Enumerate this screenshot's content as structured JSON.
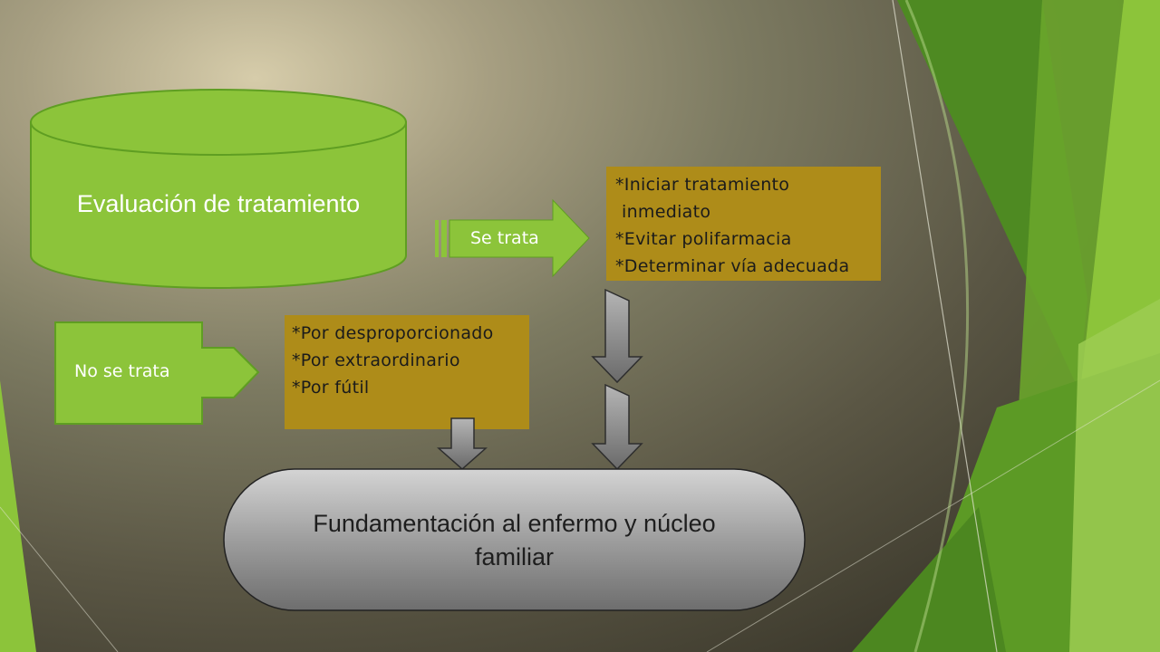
{
  "evaluation": {
    "label": "Evaluación de tratamiento"
  },
  "treated": {
    "arrow_label": "Se trata",
    "lines": [
      "*Iniciar tratamiento",
      "inmediato",
      "*Evitar polifarmacia",
      "*Determinar vía adecuada"
    ]
  },
  "not_treated": {
    "arrow_label": "No se trata",
    "lines": [
      "*Por desproporcionado",
      "*Por extraordinario",
      "*Por fútil"
    ]
  },
  "result": {
    "line1": "Fundamentación al enfermo y núcleo",
    "line2": "familiar"
  },
  "colors": {
    "green": "#8cc43a",
    "green_dark": "#5f9e22",
    "gold": "#ae8c19",
    "gray": "#8c8c8c"
  }
}
